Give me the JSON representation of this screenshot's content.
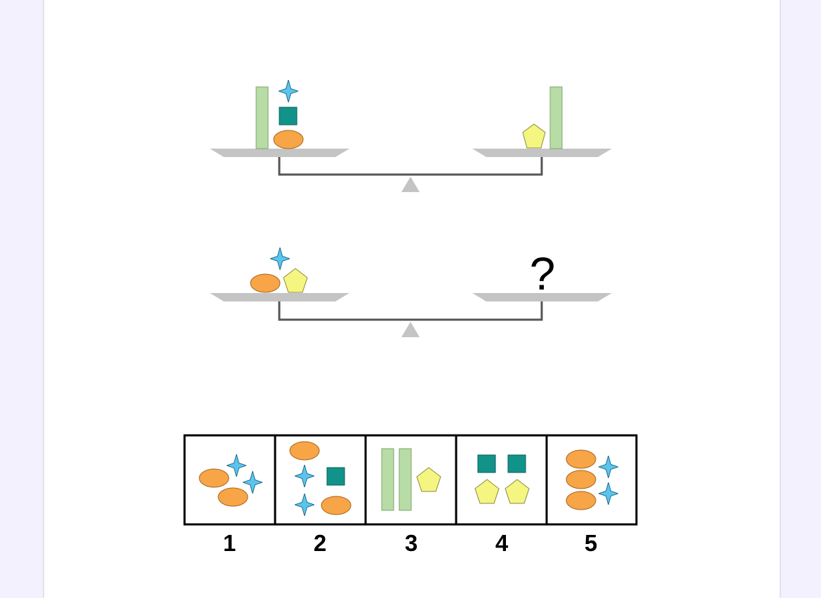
{
  "question": {
    "unknown_symbol": "?"
  },
  "options": [
    {
      "label": "1"
    },
    {
      "label": "2"
    },
    {
      "label": "3"
    },
    {
      "label": "4"
    },
    {
      "label": "5"
    }
  ],
  "colors": {
    "background": "#f3f1fd",
    "card": "#ffffff",
    "scale_gray": "#c4c4c4",
    "beam": "#555555",
    "green_bar": "#b8dca6",
    "teal_square": "#12938a",
    "orange_oval": "#f7a546",
    "yellow_pentagon": "#f5f582",
    "blue_star": "#5bc4ec"
  }
}
